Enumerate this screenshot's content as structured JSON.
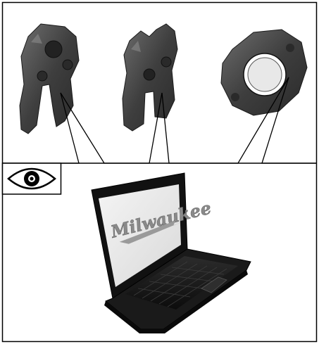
{
  "illustration": {
    "upper_panel": {
      "items": [
        {
          "id": "press-jaw-1",
          "name": "press-jaw"
        },
        {
          "id": "press-jaw-2",
          "name": "press-jaw"
        },
        {
          "id": "press-ring",
          "name": "press-ring"
        }
      ]
    },
    "lower_panel": {
      "indicator_icon": "eye-icon",
      "device": "laptop",
      "screen_logo_text": "Milwaukee"
    },
    "colors": {
      "frame": "#000000",
      "tool_dark": "#3a3a3a",
      "tool_mid": "#5a5a5a",
      "screen_bg": "#ececec",
      "logo": "#8a8a8a"
    }
  }
}
